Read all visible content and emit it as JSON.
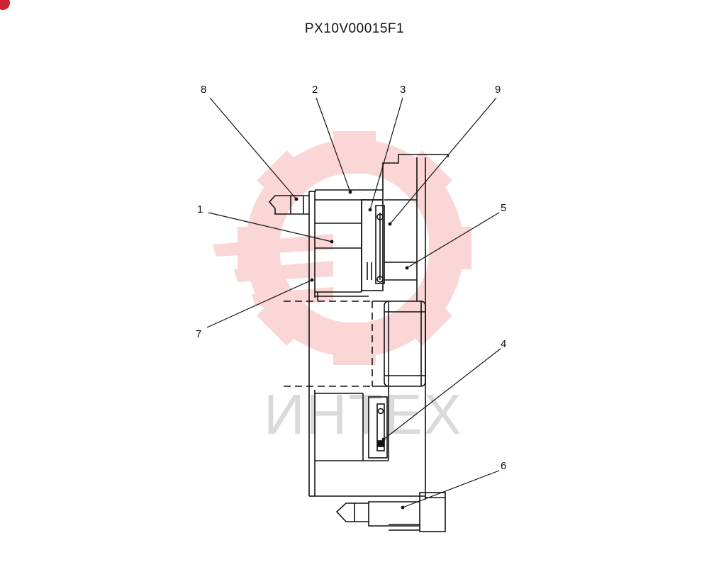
{
  "drawing_code": "PX10V00015F1",
  "watermark_text": "ИНТЕХ",
  "colors": {
    "line": "#111111",
    "watermark_gear": "#f4a6a6",
    "watermark_text": "#bdbdbd",
    "badge": "#d0202e"
  },
  "callouts": [
    {
      "label": "8"
    },
    {
      "label": "2"
    },
    {
      "label": "3"
    },
    {
      "label": "9"
    },
    {
      "label": "1"
    },
    {
      "label": "5"
    },
    {
      "label": "7"
    },
    {
      "label": "4"
    },
    {
      "label": "6"
    }
  ]
}
